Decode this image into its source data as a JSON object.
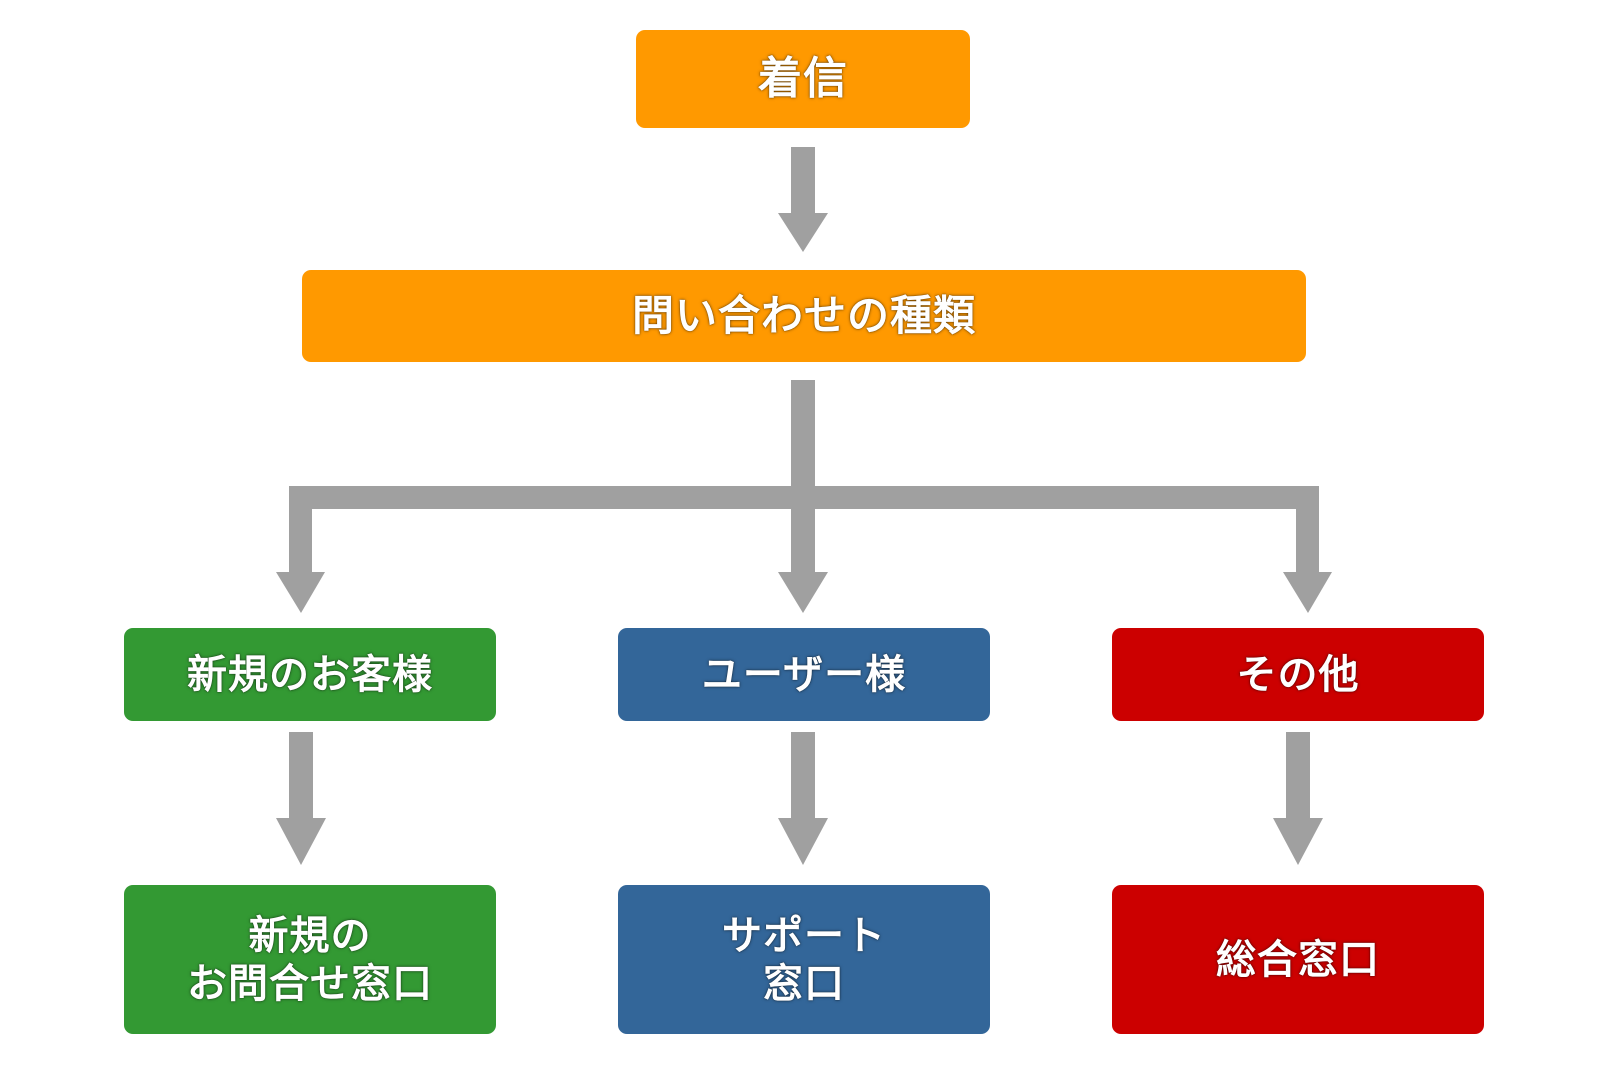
{
  "colors": {
    "orange": "#ff9900",
    "green": "#339933",
    "blue": "#336699",
    "red": "#cc0000",
    "arrow": "#a0a0a0"
  },
  "nodes": {
    "incoming": {
      "label": "着信"
    },
    "inquiry_type": {
      "label": "問い合わせの種類"
    },
    "new_customer": {
      "label": "新規のお客様"
    },
    "user": {
      "label": "ユーザー様"
    },
    "other": {
      "label": "その他"
    },
    "new_inquiry_window": {
      "line1": "新規の",
      "line2": "お問合せ窓口"
    },
    "support_window": {
      "line1": "サポート",
      "line2": "窓口"
    },
    "general_window": {
      "label": "総合窓口"
    }
  }
}
